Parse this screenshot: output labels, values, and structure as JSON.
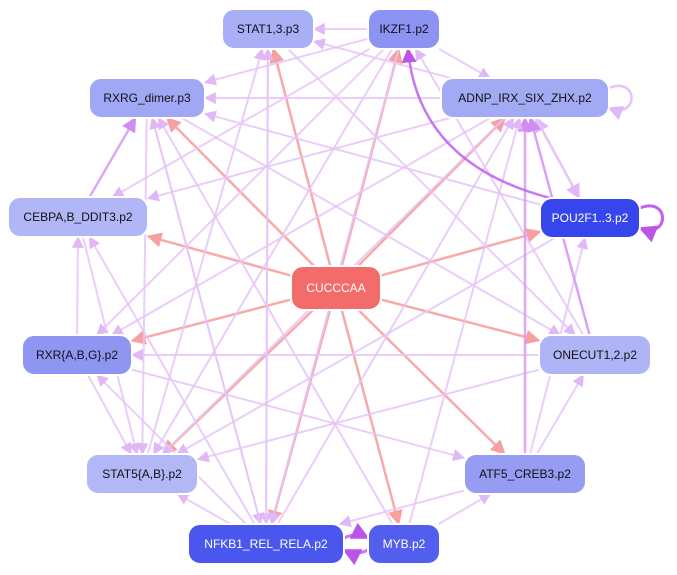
{
  "graph": {
    "nodes": [
      {
        "id": "center",
        "label": "CUCCCAA",
        "fill": "#f36b6b",
        "text_color": "#ffffff"
      },
      {
        "id": "stat13",
        "label": "STAT1,3.p3",
        "fill": "#a8aff6",
        "text_color": "#111111"
      },
      {
        "id": "ikzf1",
        "label": "IKZF1.p2",
        "fill": "#8c93f2",
        "text_color": "#111111"
      },
      {
        "id": "rxrg",
        "label": "RXRG_dimer.p3",
        "fill": "#a0a7f4",
        "text_color": "#111111"
      },
      {
        "id": "adnp",
        "label": "ADNP_IRX_SIX_ZHX.p2",
        "fill": "#a3aaf4",
        "text_color": "#111111"
      },
      {
        "id": "cebpa",
        "label": "CEBPA,B_DDIT3.p2",
        "fill": "#b0b6f6",
        "text_color": "#111111"
      },
      {
        "id": "pou2f1",
        "label": "POU2F1..3.p2",
        "fill": "#3646ec",
        "text_color": "#ffffff"
      },
      {
        "id": "rxr",
        "label": "RXR{A,B,G}.p2",
        "fill": "#8f96f2",
        "text_color": "#111111"
      },
      {
        "id": "onecut",
        "label": "ONECUT1,2.p2",
        "fill": "#aeb4f6",
        "text_color": "#111111"
      },
      {
        "id": "stat5",
        "label": "STAT5{A,B}.p2",
        "fill": "#b2b8f6",
        "text_color": "#111111"
      },
      {
        "id": "atf5",
        "label": "ATF5_CREB3.p2",
        "fill": "#959cf2",
        "text_color": "#111111"
      },
      {
        "id": "nfkb1",
        "label": "NFKB1_REL_RELA.p2",
        "fill": "#4a57ee",
        "text_color": "#ffffff"
      },
      {
        "id": "myb",
        "label": "MYB.p2",
        "fill": "#525fee",
        "text_color": "#ffffff"
      }
    ],
    "colors": {
      "center_edge": "#f7a0a0",
      "light_edge": "#e6c4f8",
      "medium_edge": "#d59af4",
      "strong_edge": "#c060ec",
      "node_border": "#ffffff"
    }
  }
}
